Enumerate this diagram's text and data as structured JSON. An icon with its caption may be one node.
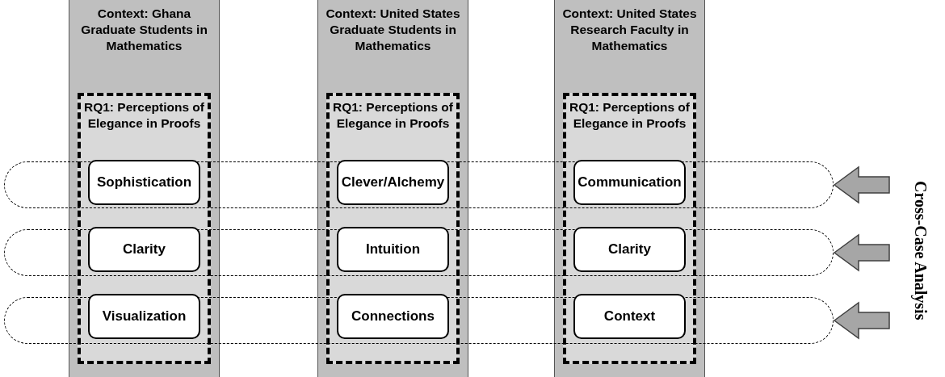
{
  "diagram": {
    "nodes": [
      {
        "text": [
          "Context: Ghana Graduate Students in Mathematics"
        ]
      },
      {
        "text": [
          "RQ1: Perceptions of Elegance in Proofs"
        ],
        "in": 0
      },
      {
        "text": [
          "Sophistication"
        ]
      },
      {
        "text": [
          "Clarity"
        ]
      },
      {
        "text": [
          "Visualization"
        ]
      },
      {
        "text": [
          "Context: United States Graduate Students in Mathematics"
        ]
      },
      {
        "text": [
          "RQ1: Perceptions of Elegance in Proofs"
        ],
        "in": 5
      },
      {
        "text": [
          "Clever/Alchemy"
        ]
      },
      {
        "text": [
          "Intuition"
        ]
      },
      {
        "text": [
          "Connections"
        ]
      },
      {
        "text": [
          "Context: United States Research Faculty in Mathematics"
        ]
      },
      {
        "text": [
          "RQ1: Perceptions of Elegance in Proofs"
        ],
        "in": 10
      },
      {
        "text": [
          "Communication"
        ]
      },
      {
        "text": [
          "Clarity"
        ]
      },
      {
        "text": [
          "Context"
        ]
      },
      {
        "text": [],
        "shape": "box"
      },
      {
        "text": [],
        "shape": "box"
      },
      {
        "text": [],
        "shape": "box"
      }
    ],
    "edges": [
      {
        "from": null,
        "to": 15,
        "arrow": "to"
      },
      {
        "from": null,
        "to": 16,
        "arrow": "to"
      },
      {
        "from": null,
        "to": 17,
        "arrow": "to"
      }
    ],
    "labels": [
      "Cross-Case Analysis"
    ]
  }
}
